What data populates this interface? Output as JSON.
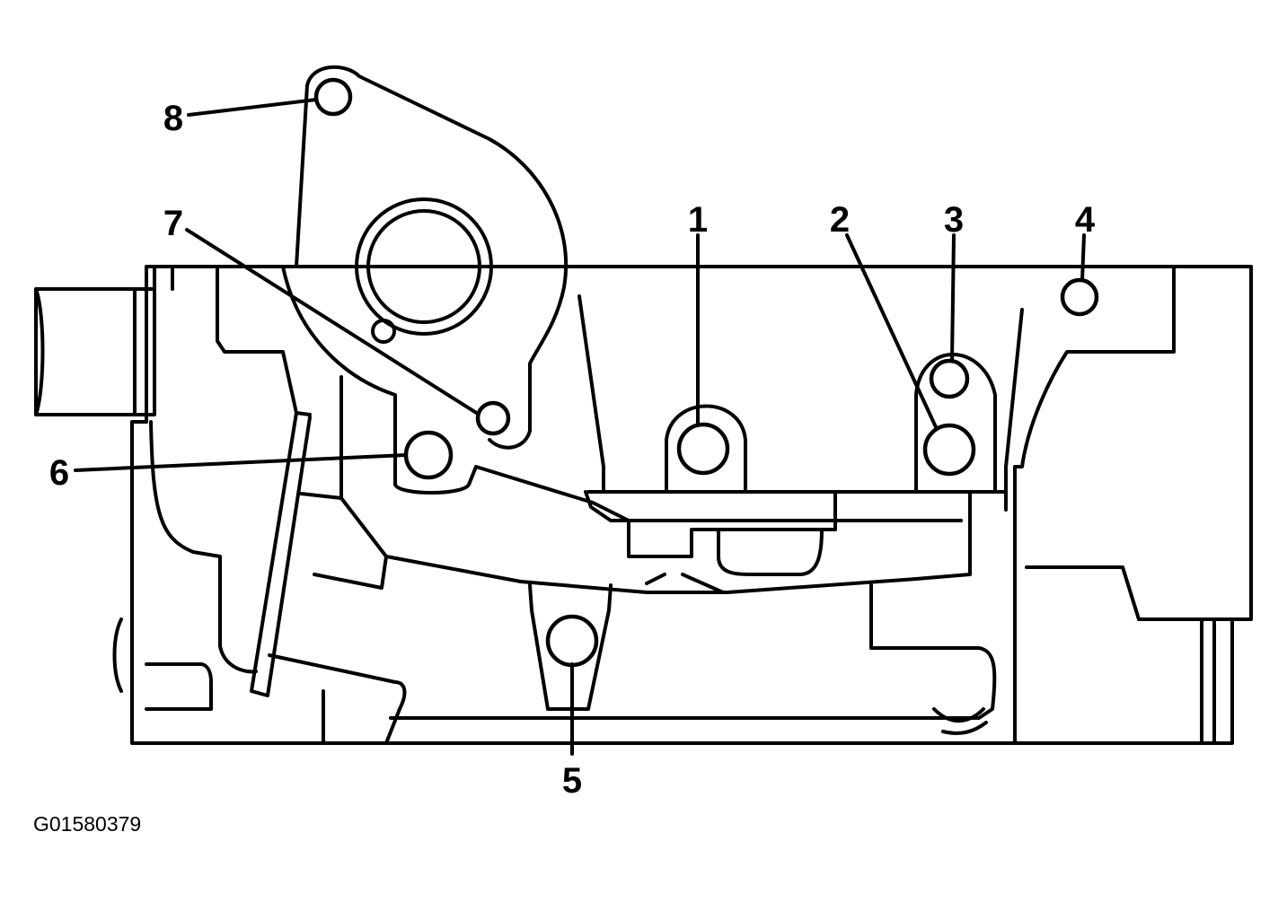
{
  "figure_id": "G01580379",
  "callouts": [
    {
      "number": "1",
      "part": "bolt"
    },
    {
      "number": "2",
      "part": "bolt"
    },
    {
      "number": "3",
      "part": "bolt"
    },
    {
      "number": "4",
      "part": "bolt"
    },
    {
      "number": "5",
      "part": "bolt"
    },
    {
      "number": "6",
      "part": "bolt"
    },
    {
      "number": "7",
      "part": "bolt"
    },
    {
      "number": "8",
      "part": "bolt"
    }
  ],
  "colors": {
    "line": "#000000",
    "background": "#ffffff"
  }
}
